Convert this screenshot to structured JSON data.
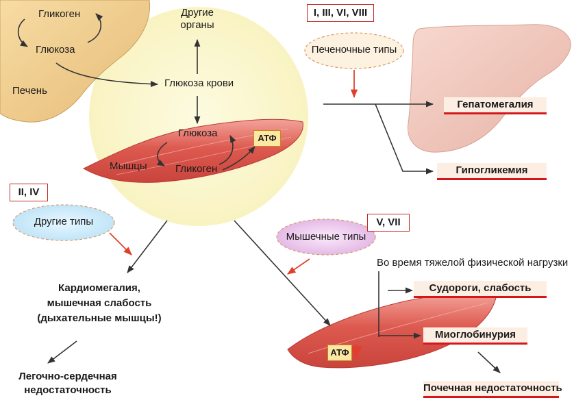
{
  "labels": {
    "glycogen_liver": "Гликоген",
    "glucose_liver": "Глюкоза",
    "liver": "Печень",
    "other_organs": "Другие\nорганы",
    "blood_glucose": "Глюкоза крови",
    "glucose_muscle": "Глюкоза",
    "muscles": "Мышцы",
    "glycogen_muscle": "Гликоген",
    "atp": "АТФ",
    "atp_down": "АТФ",
    "types_liver_roman": "I, III, VI, VIII",
    "liver_types": "Печеночные типы",
    "hepatomegaly": "Гепатомегалия",
    "hypoglycemia": "Гипогликемия",
    "types_other_roman": "II, IV",
    "other_types": "Другие типы",
    "cardio": "Кардиомегалия,\nмышечная слабость\n(дыхательные мышцы!)",
    "pulmonary": "Легочно-сердечная\nнедостаточность",
    "types_muscle_roman": "V, VII",
    "muscle_types": "Мышечные типы",
    "exercise": "Во время тяжелой физической нагрузки",
    "cramps": "Судороги, слабость",
    "myoglobinuria": "Миоглобинурия",
    "renal": "Почечная недостаточность"
  },
  "colors": {
    "accent_red": "#d4171b",
    "arrow_dark": "#333333",
    "muscle": "#d9534f",
    "liver": "#ecc98a",
    "circle": "#fbf7cc"
  }
}
